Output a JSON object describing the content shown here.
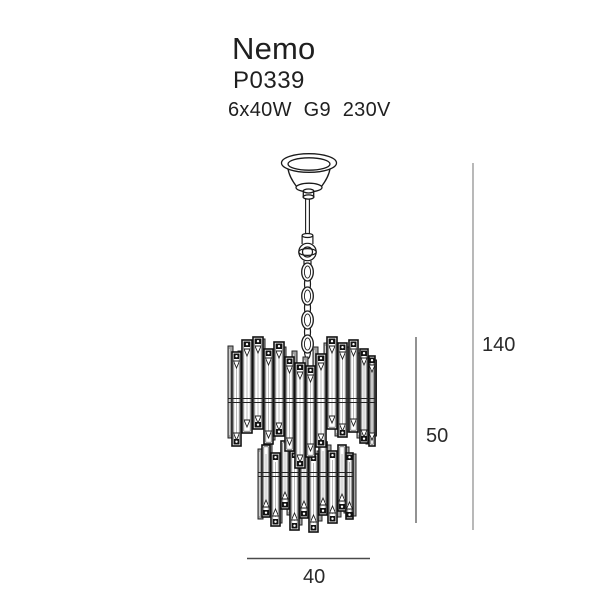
{
  "product": {
    "name": "Nemo",
    "code": "P0339",
    "specs": "6x40W G9 230V"
  },
  "dimensions": {
    "total_height": "140",
    "body_height": "50",
    "width": "40"
  },
  "colors": {
    "ink": "#1a1a1a",
    "shade_gray": "#a0a0a0",
    "dim_line_light": "#8a8a8a",
    "dim_line_dark": "#4a4a4a",
    "background": "#ffffff"
  }
}
